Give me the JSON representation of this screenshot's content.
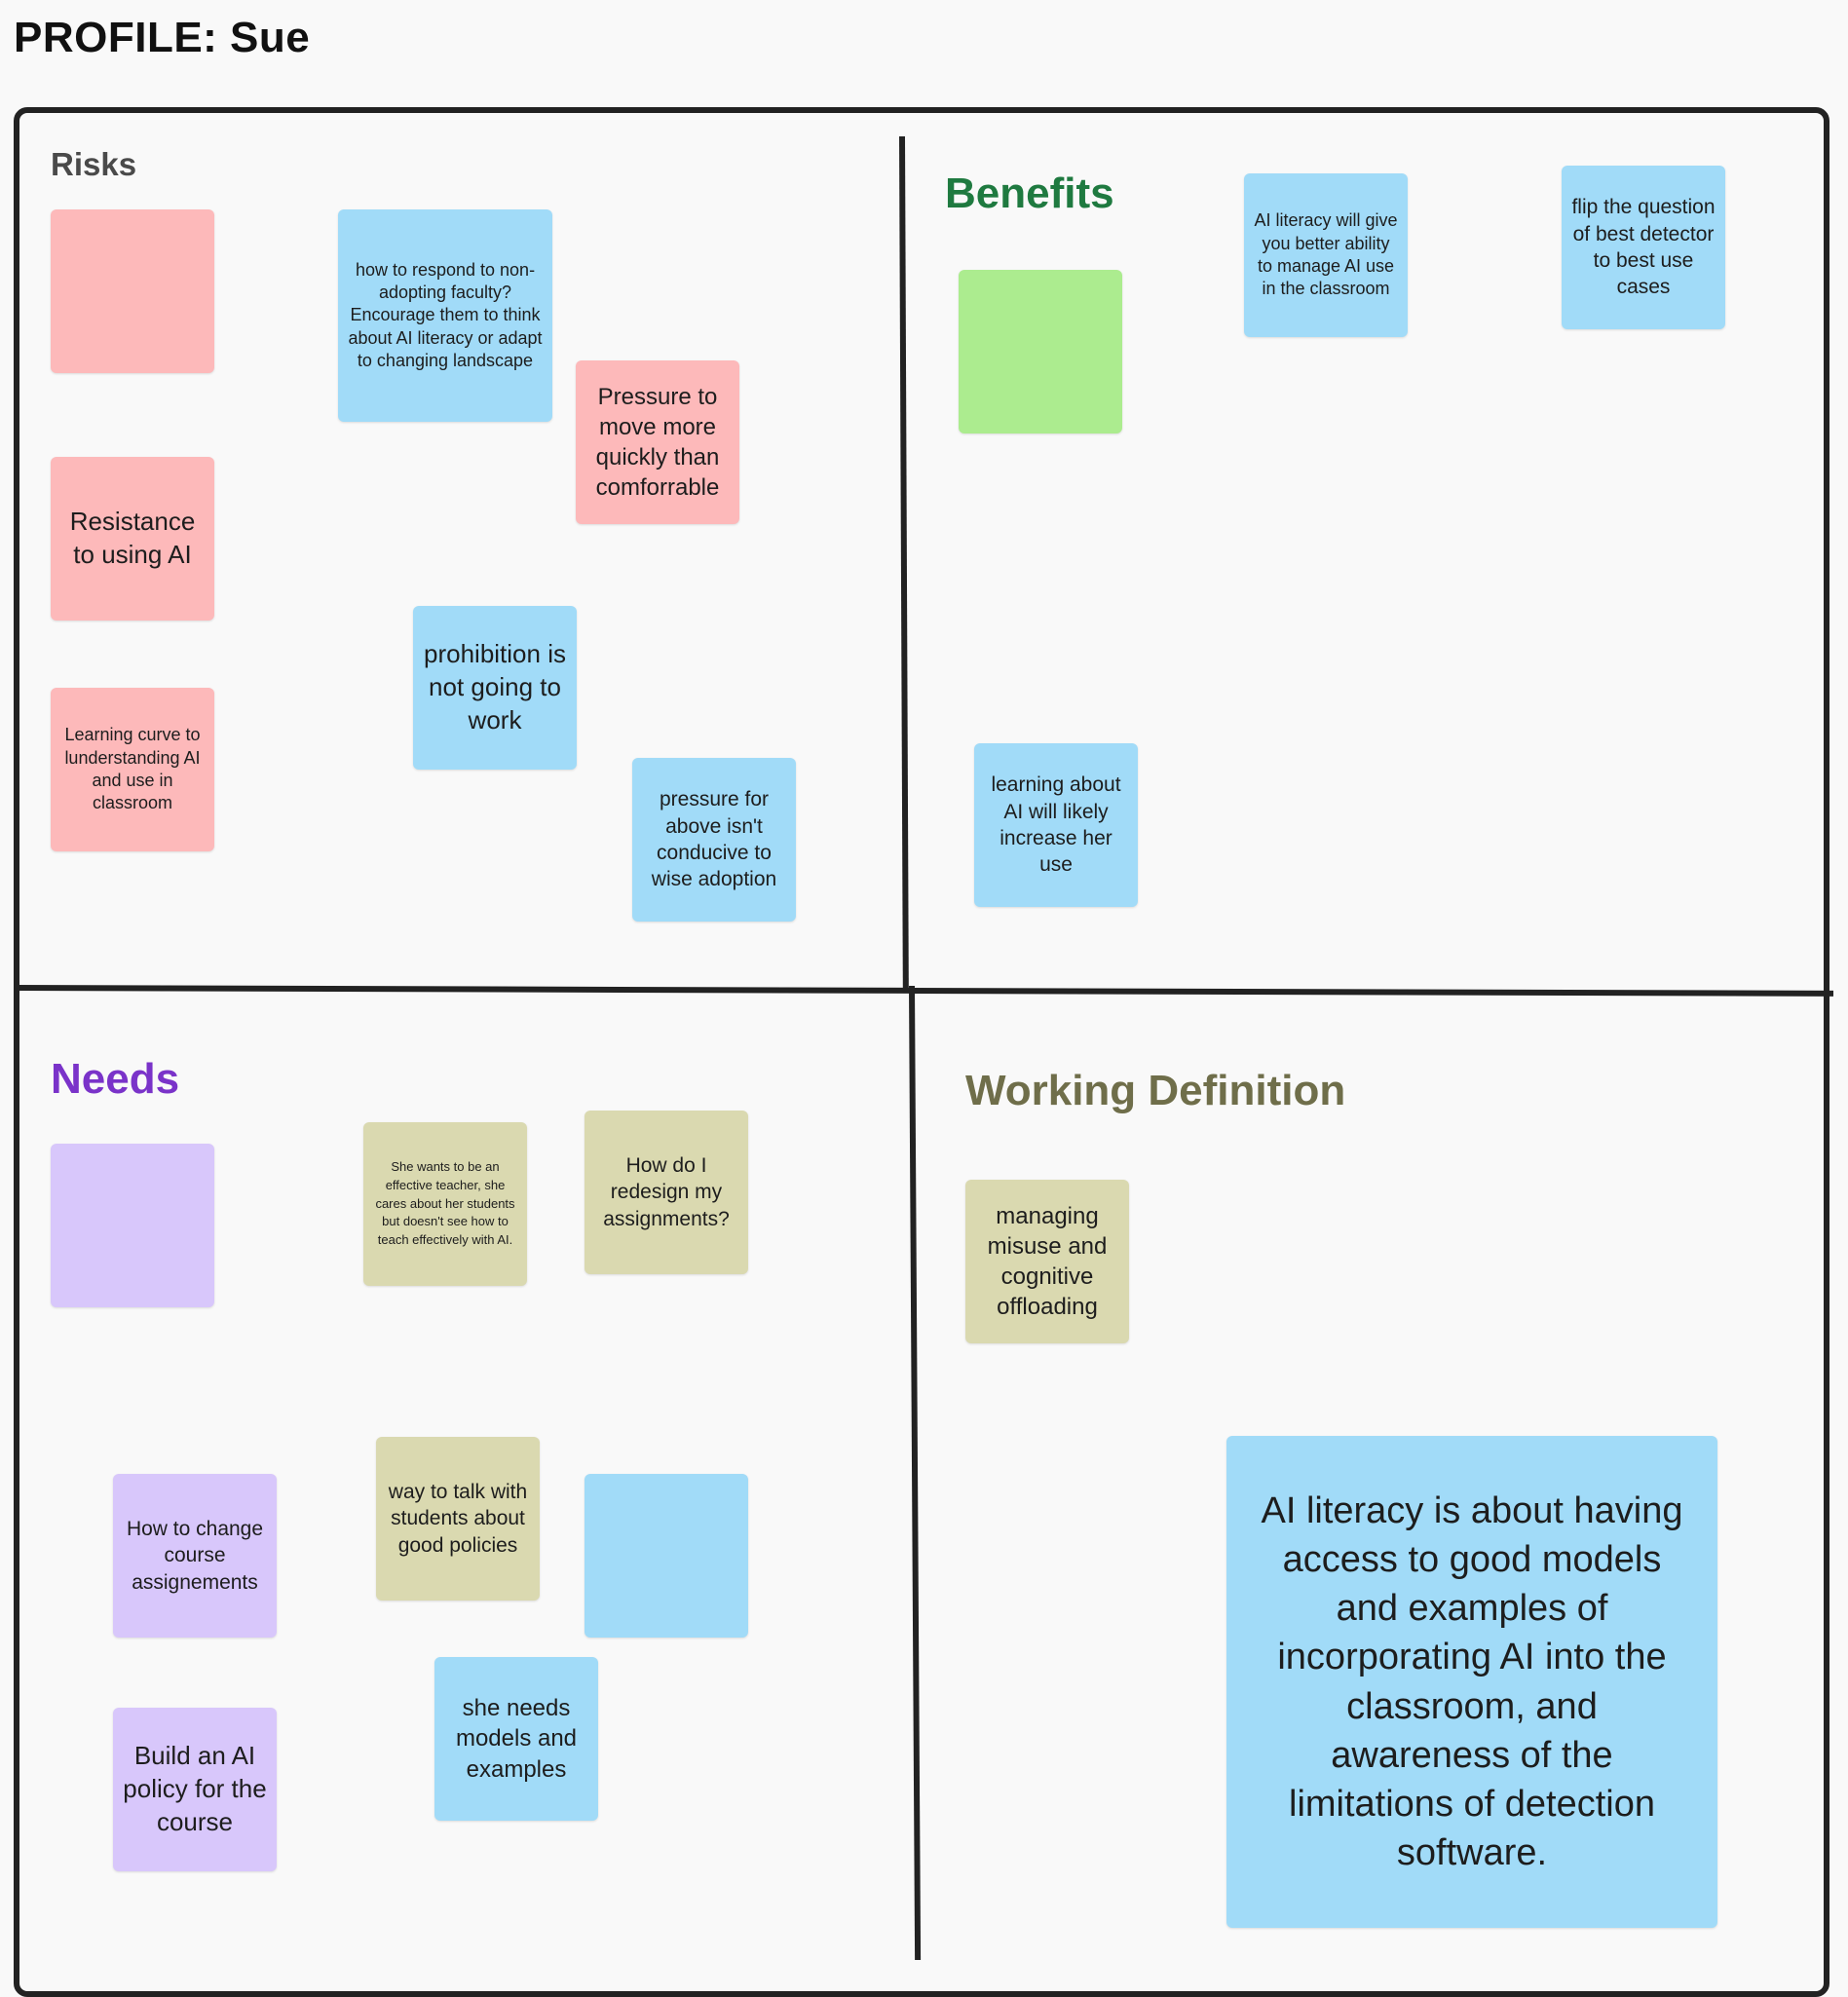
{
  "page": {
    "title": "PROFILE: Sue"
  },
  "colors": {
    "pink_note": "#fdb9ba",
    "blue_note": "#a1dbf8",
    "green_note": "#acec8f",
    "purple_note": "#d8c7fb",
    "khaki_note": "#dad9b0",
    "risks_heading": "#4a4a4a",
    "benefits_heading": "#1f7a40",
    "needs_heading": "#7a33c9",
    "working_heading": "#6f6e4a",
    "board_border": "#222222"
  },
  "risks": {
    "heading": "Risks",
    "notes": {
      "blank_pink": "",
      "respond_faculty": "how to respond to non-adopting faculty? Encourage them to think about AI literacy or adapt to changing landscape",
      "pressure_move": "Pressure to move more quickly than comforrable",
      "resistance": "Resistance to using AI",
      "prohibition": "prohibition is not going to work",
      "learning_curve": "Learning curve to lunderstanding AI and use in classroom",
      "pressure_above": "pressure for above isn't conducive to wise adoption"
    }
  },
  "benefits": {
    "heading": "Benefits",
    "notes": {
      "blank_green": "",
      "ai_literacy_manage": "AI literacy will give you better ability to manage AI use in the classroom",
      "flip_question": "flip the question of best detector to best use cases",
      "learning_about_ai": "learning about AI will likely increase her use"
    }
  },
  "needs": {
    "heading": "Needs",
    "notes": {
      "blank_purple": "",
      "effective_teacher": "She wants to be an effective teacher, she cares about her students but doesn't see how to teach effectively with AI.",
      "redesign": "How do I redesign my assignments?",
      "change_course": "How to change course assignements",
      "talk_students": "way to talk with students about good policies",
      "blank_blue": "",
      "models_examples": "she needs models and examples",
      "build_policy": "Build an AI policy for the course"
    }
  },
  "working_definition": {
    "heading": "Working Definition",
    "notes": {
      "managing_misuse": "managing misuse and cognitive offloading",
      "definition": "AI literacy is about having access to good models and examples of incorporating AI into the classroom, and awareness of the limitations of detection software."
    }
  }
}
